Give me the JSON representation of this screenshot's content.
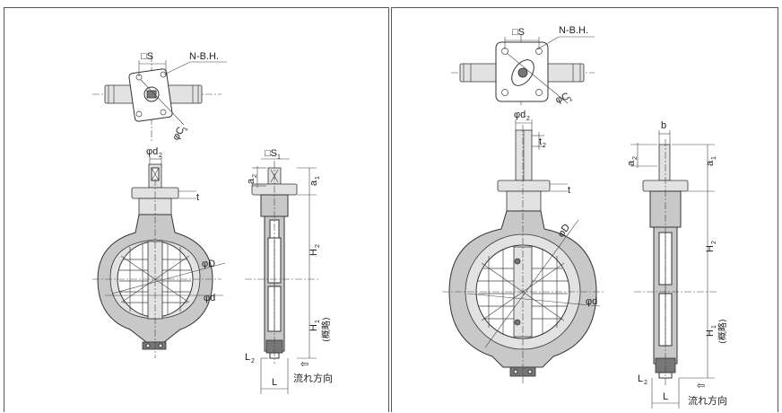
{
  "left": {
    "labels": {
      "square_s": "□S",
      "nbh": "N-B.H.",
      "c1": "φC",
      "c1_sub": "1",
      "d2": "φd",
      "d2_sub": "2",
      "s1": "□S",
      "s1_sub": "1",
      "a2": "a",
      "a2_sub": "2",
      "a1": "a",
      "a1_sub": "1",
      "t": "t",
      "h2": "H",
      "h2_sub": "2",
      "h1": "H",
      "h1_sub": "1",
      "approx": "(概略)",
      "big_d": "φD",
      "small_d": "φd",
      "l2": "L",
      "l2_sub": "2",
      "l": "L",
      "flow_arrow": "⇦",
      "flow": "流れ方向"
    }
  },
  "right": {
    "labels": {
      "square_s": "□S",
      "nbh": "N-B.H.",
      "c1": "φC",
      "c1_sub": "1",
      "d2": "φd",
      "d2_sub": "2",
      "t2": "t",
      "t2_sub": "2",
      "b": "b",
      "a2": "a",
      "a2_sub": "2",
      "a1": "a",
      "a1_sub": "1",
      "t": "t",
      "h2": "H",
      "h2_sub": "2",
      "h1": "H",
      "h1_sub": "1",
      "approx": "(概略)",
      "big_d": "φD",
      "small_d": "φd",
      "l2": "L",
      "l2_sub": "2",
      "l": "L",
      "flow_arrow": "⇦",
      "flow": "流れ方向"
    }
  }
}
